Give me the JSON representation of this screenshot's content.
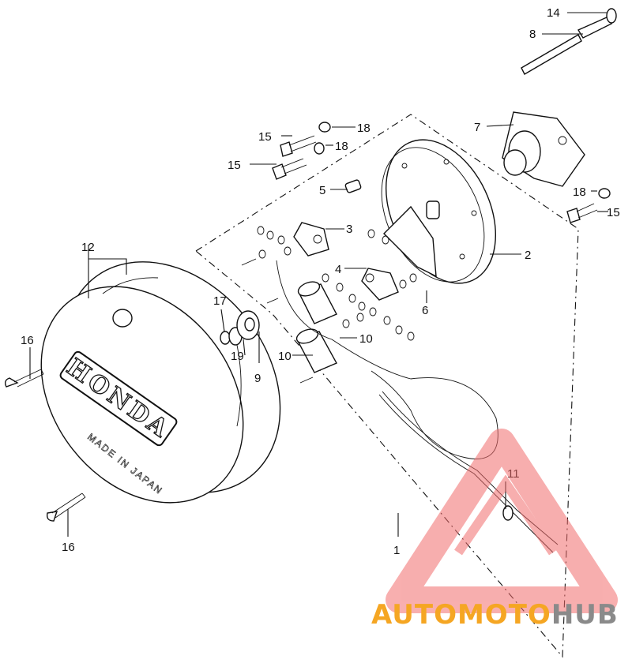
{
  "labels": {
    "p1": "1",
    "p2": "2",
    "p3": "3",
    "p4": "4",
    "p5": "5",
    "p6": "6",
    "p7": "7",
    "p8": "8",
    "p9": "9",
    "p10a": "10",
    "p10b": "10",
    "p11": "11",
    "p12": "12",
    "p14": "14",
    "p15a": "15",
    "p15b": "15",
    "p15c": "15",
    "p16a": "16",
    "p16b": "16",
    "p17": "17",
    "p18a": "18",
    "p18b": "18",
    "p18c": "18",
    "p19": "19"
  },
  "cover": {
    "brand": "HONDA",
    "origin": "MADE IN JAPAN"
  },
  "watermark": {
    "part1": "AUTOMOTO",
    "part2": "HUB",
    "color_primary": "#f5a623",
    "color_secondary": "#8a8a8a",
    "triangle_color": "#f26d6d"
  }
}
